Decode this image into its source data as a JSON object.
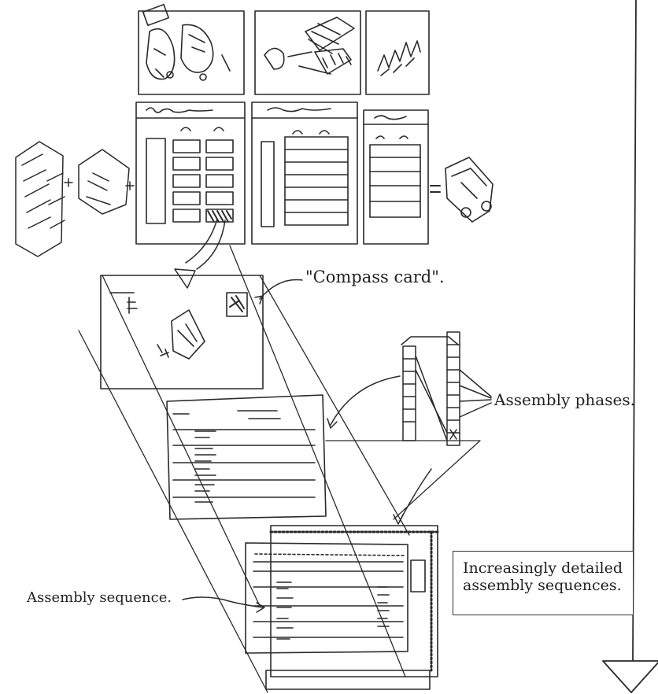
{
  "annotations": {
    "compass_card": "\"Compass card\".",
    "assembly_phases": "Assembly phases.",
    "assembly_sequence": "Assembly sequence.",
    "detail_box": "Increasingly detailed assembly sequences."
  },
  "colors": {
    "ink": "#2a2a2a",
    "paper": "#ffffff",
    "hatch": "#555555"
  }
}
